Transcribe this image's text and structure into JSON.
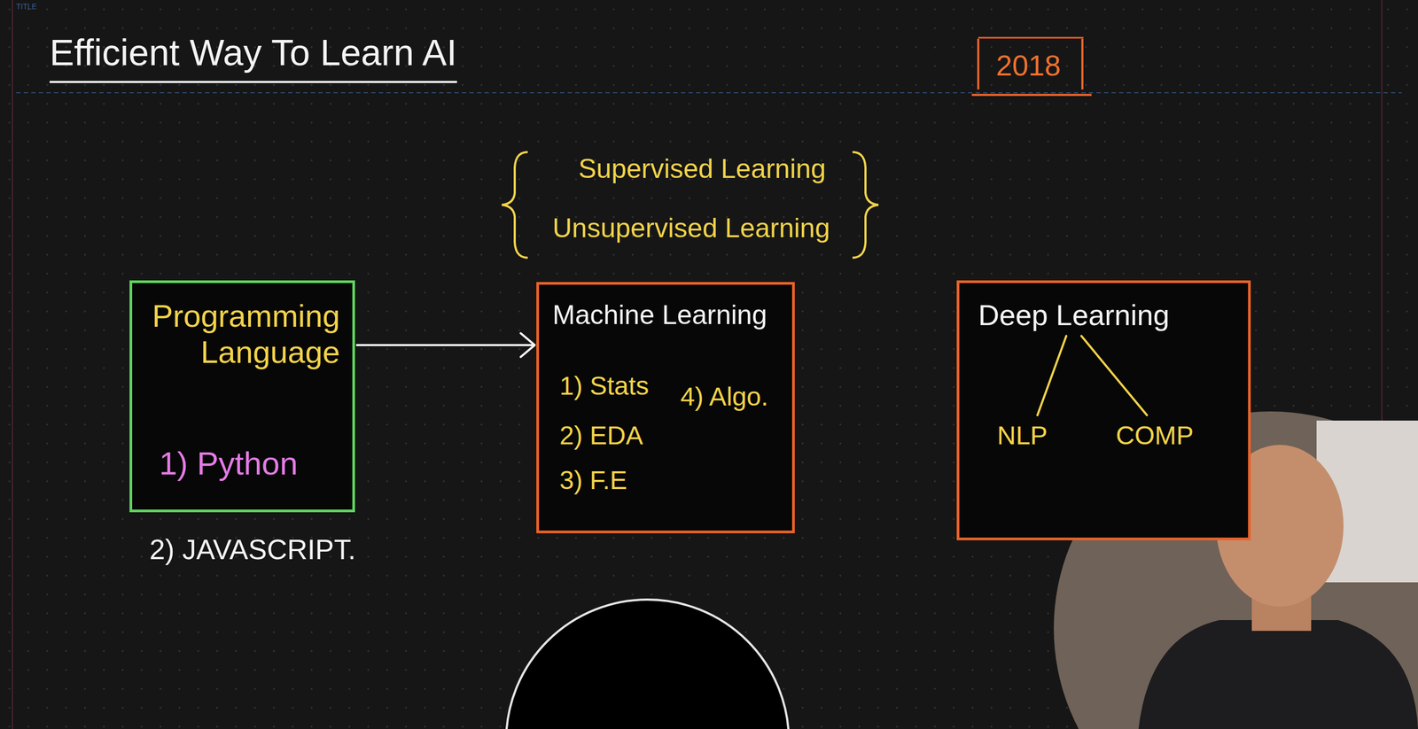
{
  "diagram": {
    "title": "Efficient Way To Learn AI",
    "nodes": [
      {
        "text": [
          "Programming Language",
          "1) Python"
        ]
      },
      {
        "text": [
          "Machine Learning",
          "1) Stats",
          "4) Algo.",
          "2) EDA",
          "3) F.E"
        ]
      },
      {
        "text": [
          "Deep Learning",
          "NLP",
          "COMP"
        ]
      }
    ],
    "edges": [
      {
        "from": 0,
        "to": 1,
        "arrow": "to"
      }
    ],
    "labels": [
      "TITLE",
      "2018",
      "Supervised Learning",
      "Unsupervised Learning",
      "2) JAVASCRIPT."
    ]
  }
}
